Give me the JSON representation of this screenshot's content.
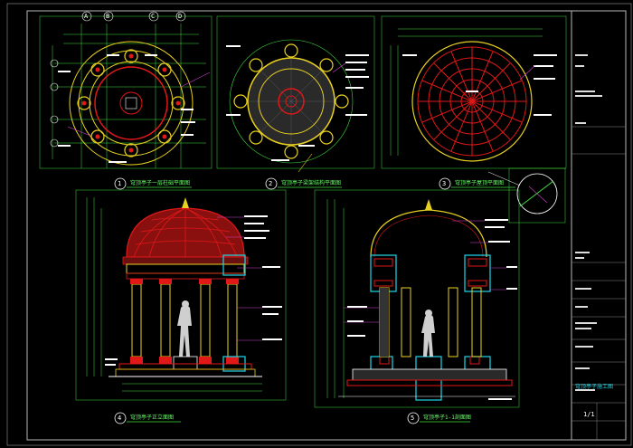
{
  "colors": {
    "frame": "#b8b8b8",
    "dome_red": "#e01818",
    "column_yellow": "#e8d020",
    "dim_green": "#40e040",
    "text_white": "#ffffff",
    "highlight_cyan": "#20d8e8",
    "leader_magenta": "#d040d0"
  },
  "views": [
    {
      "num": "1",
      "title": "穹顶亭子一层柱础平面图"
    },
    {
      "num": "2",
      "title": "穹顶亭子梁架结构平面图"
    },
    {
      "num": "3",
      "title": "穹顶亭子屋顶平面图"
    },
    {
      "num": "4",
      "title": "穹顶亭子正立面图"
    },
    {
      "num": "5",
      "title": "穹顶亭子1-1剖面图"
    }
  ],
  "grid_axes": [
    "A",
    "B",
    "C",
    "D"
  ],
  "title_block": {
    "sheet_no": "1/1",
    "drawing_name": "穹顶亭子施工图"
  }
}
